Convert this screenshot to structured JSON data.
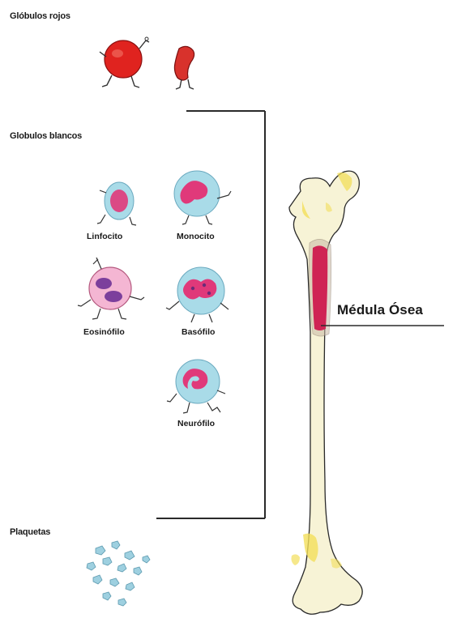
{
  "sections": {
    "red_cells": "Glóbulos rojos",
    "white_cells": "Globulos blancos",
    "platelets": "Plaquetas"
  },
  "white_cells": {
    "lymphocyte": "Linfocito",
    "monocyte": "Monocito",
    "eosinophil": "Eosinófilo",
    "basophil": "Basófilo",
    "neutrophil": "Neurófilo"
  },
  "bone": {
    "marrow_label": "Médula Ósea"
  },
  "colors": {
    "red_cell": "#e0231f",
    "white_cell_halo": "#a9dbe8",
    "nucleus_pink": "#e0397a",
    "eosinophil_cyto": "#f4b6d3",
    "eosinophil_nucleus": "#7c3f9c",
    "bone_fill": "#f7f3d6",
    "bone_highlight": "#f2de5a",
    "marrow": "#cf2454",
    "platelet": "#9ed0e0"
  }
}
